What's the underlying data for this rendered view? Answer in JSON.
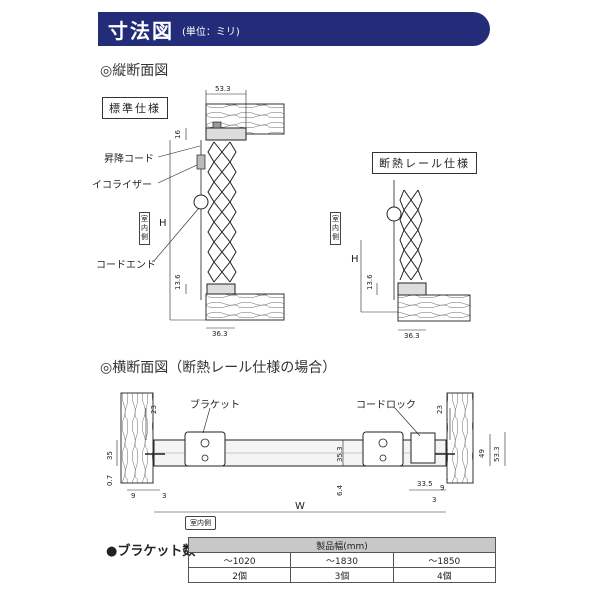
{
  "header": {
    "title": "寸法図",
    "unit": "(単位：ミリ)"
  },
  "vertical_section": {
    "heading": "◎縦断面図",
    "standard_label": "標準仕様",
    "insulated_label": "断熱レール仕様",
    "callouts": [
      "昇降コード",
      "イコライザー",
      "コードエンド"
    ],
    "room_tag": "室内側",
    "dims": [
      "53.3",
      "16",
      "H",
      "13.6",
      "36.3",
      "H",
      "13.6",
      "36.3"
    ]
  },
  "horizontal_section": {
    "heading": "◎横断面図（断熱レール仕様の場合）",
    "callouts": [
      "ブラケット",
      "コードロック"
    ],
    "room_tag": "室内側",
    "dims": [
      "23",
      "35",
      "0.7",
      "9",
      "3",
      "35.3",
      "6.4",
      "W",
      "23",
      "49",
      "53.3",
      "33.5",
      "9",
      "3"
    ]
  },
  "bracket_count": {
    "heading": "●ブラケット数",
    "table": {
      "header": "製品幅(mm)",
      "ranges": [
        "〜1020",
        "〜1830",
        "〜1850"
      ],
      "counts": [
        "2個",
        "3個",
        "4個"
      ]
    }
  }
}
